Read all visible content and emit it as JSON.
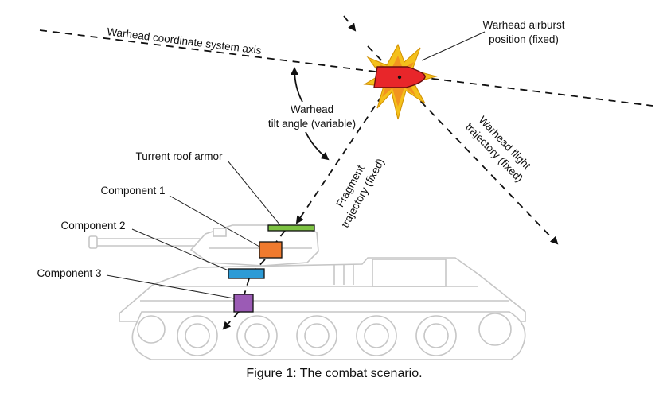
{
  "labels": {
    "axis": "Warhead coordinate system axis",
    "airburst_line1": "Warhead airburst",
    "airburst_line2": "position (fixed)",
    "tilt_line1": "Warhead",
    "tilt_line2": "tilt angle (variable)",
    "roof": "Turrent roof armor",
    "fragment_line1": "Fragment",
    "fragment_line2": "trajectory (fixed)",
    "flight_line1": "Warhead flight",
    "flight_line2": "trajectory (fixed)",
    "component1": "Component 1",
    "component2": "Component 2",
    "component3": "Component 3"
  },
  "caption": "Figure 1: The combat scenario.",
  "colors": {
    "roof_armor": "#7dc242",
    "component1": "#f07a2e",
    "component2": "#2d9bd6",
    "component3": "#9b5bb5",
    "warhead": "#e8262a",
    "burst_outer": "#f4c01b",
    "burst_inner": "#f2941f",
    "tank_outline": "#c6c6c6"
  },
  "icons": {
    "warhead": "warhead-shell-icon",
    "burst": "explosion-burst-icon",
    "tank": "tank-silhouette"
  }
}
